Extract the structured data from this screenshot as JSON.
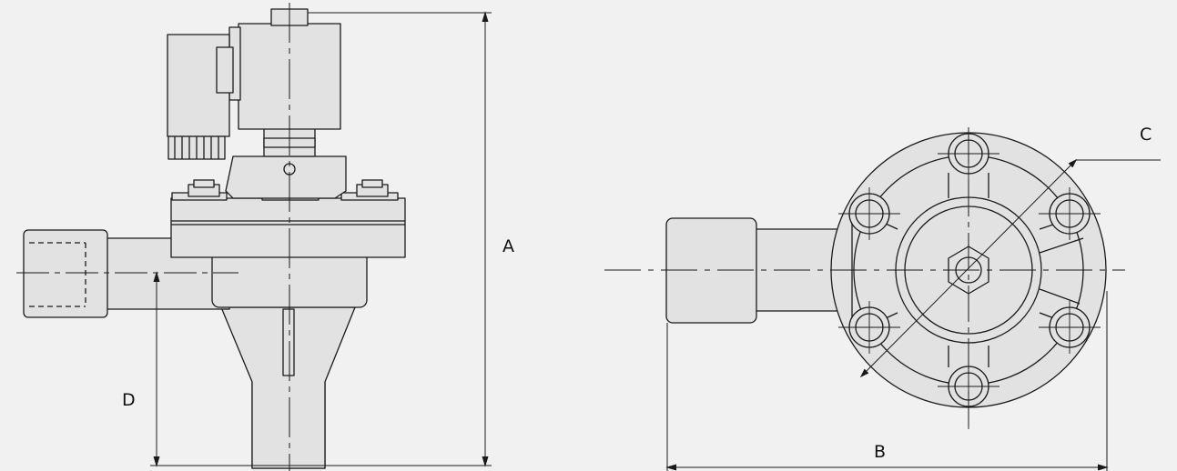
{
  "colors": {
    "background": "#f1f1f1",
    "part_fill": "#e2e2e2",
    "stroke": "#1a1a1a"
  },
  "labels": {
    "A": "A",
    "B": "B",
    "C": "C",
    "D": "D"
  }
}
